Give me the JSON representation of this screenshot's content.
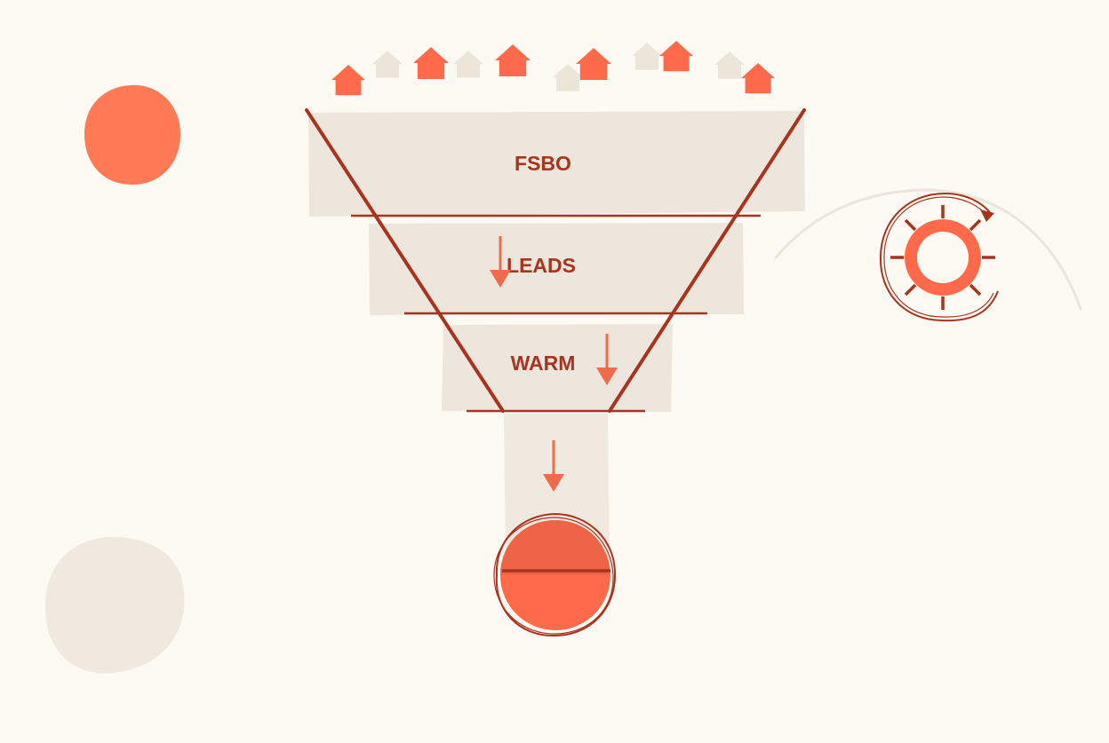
{
  "funnel": {
    "stages": [
      {
        "label": "FSBO"
      },
      {
        "label": "LEADS"
      },
      {
        "label": "WARM"
      }
    ]
  },
  "houses": [
    {
      "color": "coral"
    },
    {
      "color": "beige"
    },
    {
      "color": "coral"
    },
    {
      "color": "beige"
    },
    {
      "color": "coral"
    },
    {
      "color": "beige"
    },
    {
      "color": "coral"
    },
    {
      "color": "beige"
    },
    {
      "color": "coral"
    },
    {
      "color": "beige"
    },
    {
      "color": "coral"
    }
  ],
  "colors": {
    "background": "#fdfaf3",
    "panel": "#ede6dc",
    "panel_light": "#efe9e0",
    "accent": "#ff6a4a",
    "accent_soft": "#ff7a55",
    "line": "#a8331f",
    "label": "#a8331f",
    "house_beige": "#ebe5da"
  },
  "icons": {
    "houses": "house-icon",
    "flow_arrows": "arrow-down-icon",
    "outcome": "coin-icon",
    "cycle": "gear-cycle-icon",
    "decor_dot": "dot-icon",
    "decor_blob": "blob-icon"
  }
}
